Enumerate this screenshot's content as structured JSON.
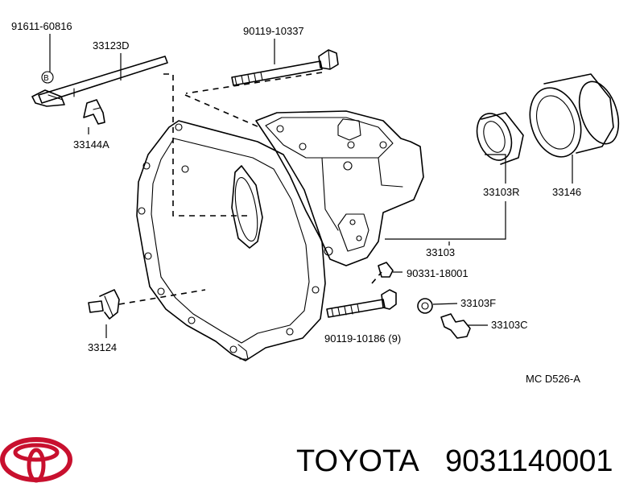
{
  "diagram": {
    "part_labels": [
      {
        "id": "91611-60816",
        "text": "91611-60816"
      },
      {
        "id": "33123D",
        "text": "33123D"
      },
      {
        "id": "90119-10337",
        "text": "90119-10337"
      },
      {
        "id": "33144A",
        "text": "33144A"
      },
      {
        "id": "33103R",
        "text": "33103R"
      },
      {
        "id": "33146",
        "text": "33146"
      },
      {
        "id": "33103",
        "text": "33103"
      },
      {
        "id": "90331-18001",
        "text": "90331-18001"
      },
      {
        "id": "33124",
        "text": "33124"
      },
      {
        "id": "33103F",
        "text": "33103F"
      },
      {
        "id": "90119-10186",
        "text": "90119-10186 (9)"
      },
      {
        "id": "33103C",
        "text": "33103C"
      }
    ],
    "callout_letter": "B",
    "diagram_code": "MC  D526-A"
  },
  "footer": {
    "brand": "TOYOTA",
    "part_number": "9031140001",
    "logo_icon": "toyota-logo-icon",
    "logo_color": "#c8102e"
  }
}
